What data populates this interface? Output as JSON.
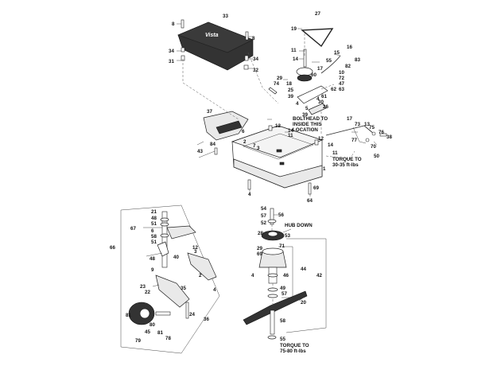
{
  "diagram": {
    "part_numbers": {
      "p8a": "8",
      "p33": "33",
      "p8b": "8",
      "p34a": "34",
      "p34b": "34",
      "p31": "31",
      "p32": "32",
      "p27": "27",
      "p19": "19",
      "p11": "11",
      "p14a": "14",
      "p55": "55",
      "p15": "15",
      "p16": "16",
      "p83": "83",
      "p82": "82",
      "p17": "17",
      "p60": "60",
      "p10": "10",
      "p72": "72",
      "p47": "47",
      "p29a": "29",
      "p62": "62",
      "p74": "74",
      "p18": "18",
      "p63": "63",
      "p25a": "25",
      "p61": "61",
      "p30": "30",
      "p39a": "39",
      "p4a": "4",
      "p5": "5",
      "p4b": "4",
      "p26": "26",
      "p39b": "39",
      "p37": "37",
      "p12a": "12",
      "p14b": "14",
      "p11b": "11",
      "p6": "6",
      "p2": "2",
      "p7": "7",
      "p3": "3",
      "p84": "84",
      "p43": "43",
      "p12b": "12",
      "p14c": "14",
      "p11c": "11",
      "p17b": "17",
      "p73": "73",
      "p13": "13",
      "p75": "75",
      "p76": "76",
      "p38": "38",
      "p77": "77",
      "p70": "70",
      "p50": "50",
      "p1": "1",
      "p4c": "4",
      "p69": "69",
      "p64": "64",
      "p21": "21",
      "p48a": "48",
      "p51a": "51",
      "p67": "67",
      "p66": "66",
      "p6b": "6",
      "p58": "58",
      "p51b": "51",
      "p12c": "12",
      "p48b": "48",
      "p40": "40",
      "p3b": "3",
      "p9": "9",
      "p2b": "2",
      "p4d": "4",
      "p23": "23",
      "p22": "22",
      "p35": "35",
      "p81a": "81",
      "p80": "80",
      "p24": "24",
      "p36": "36",
      "p45": "45",
      "p81b": "81",
      "p79": "79",
      "p78": "78",
      "p54": "54",
      "p57a": "57",
      "p56": "56",
      "p52": "52",
      "p28": "28",
      "p53": "53",
      "p29b": "29",
      "p71": "71",
      "p69b": "69",
      "p44": "44",
      "p4e": "4",
      "p46": "46",
      "p42": "42",
      "p49": "49",
      "p57b": "57",
      "p20": "20",
      "p58b": "58",
      "p55b": "55"
    },
    "notes": {
      "bolthead_line1": "BOLTHEAD TO",
      "bolthead_line2": "INSIDE THIS",
      "bolthead_line3": "LOCATION",
      "torque1_line1": "TORQUE TO",
      "torque1_line2": "30-35 ft-lbs",
      "hub_down": "HUB DOWN",
      "torque2_line1": "TORQUE TO",
      "torque2_line2": "75-80 ft-lbs",
      "cover_brand": "Vista"
    }
  }
}
